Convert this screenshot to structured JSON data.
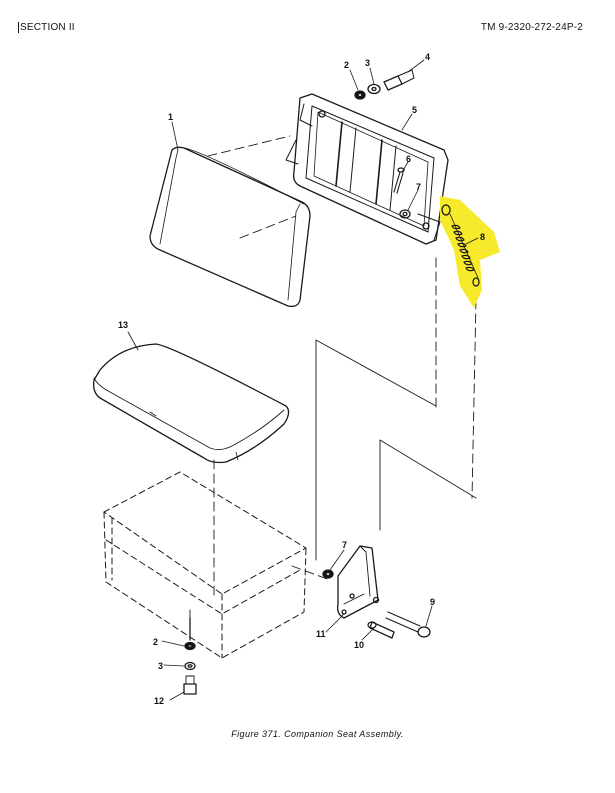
{
  "header": {
    "section": "SECTION II",
    "doc_number": "TM 9-2320-272-24P-2"
  },
  "caption": "Figure 371.  Companion Seat Assembly.",
  "callouts": [
    "1",
    "2",
    "3",
    "4",
    "5",
    "6",
    "7",
    "8",
    "13",
    "7",
    "11",
    "10",
    "9",
    "2",
    "3",
    "12"
  ],
  "highlight_color": "#f7ea2b",
  "ink_color": "#1a1a1a"
}
